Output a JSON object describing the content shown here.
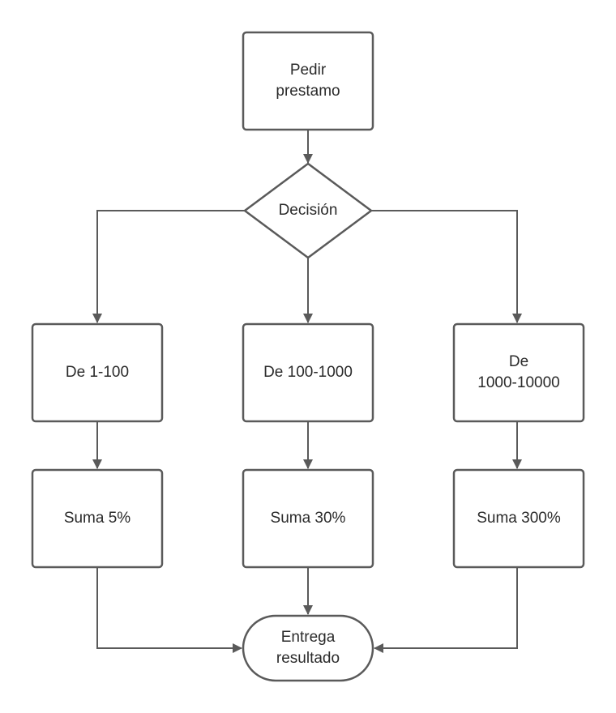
{
  "colors": {
    "stroke": "#5a5a5a",
    "text": "#2b2b2b",
    "fill": "#ffffff"
  },
  "nodes": {
    "start": {
      "label": "Pedir\nprestamo",
      "shape": "rectangle"
    },
    "decision": {
      "label": "Decisión",
      "shape": "diamond"
    },
    "range_low": {
      "label": "De 1-100",
      "shape": "rectangle"
    },
    "range_mid": {
      "label": "De 100-1000",
      "shape": "rectangle"
    },
    "range_high": {
      "label": "De\n1000-10000",
      "shape": "rectangle"
    },
    "sum_low": {
      "label": "Suma 5%",
      "shape": "rectangle"
    },
    "sum_mid": {
      "label": "Suma 30%",
      "shape": "rectangle"
    },
    "sum_high": {
      "label": "Suma 300%",
      "shape": "rectangle"
    },
    "end": {
      "label": "Entrega\nresultado",
      "shape": "terminator"
    }
  },
  "edges": [
    {
      "from": "start",
      "to": "decision"
    },
    {
      "from": "decision",
      "to": "range_low"
    },
    {
      "from": "decision",
      "to": "range_mid"
    },
    {
      "from": "decision",
      "to": "range_high"
    },
    {
      "from": "range_low",
      "to": "sum_low"
    },
    {
      "from": "range_mid",
      "to": "sum_mid"
    },
    {
      "from": "range_high",
      "to": "sum_high"
    },
    {
      "from": "sum_low",
      "to": "end"
    },
    {
      "from": "sum_mid",
      "to": "end"
    },
    {
      "from": "sum_high",
      "to": "end"
    }
  ]
}
